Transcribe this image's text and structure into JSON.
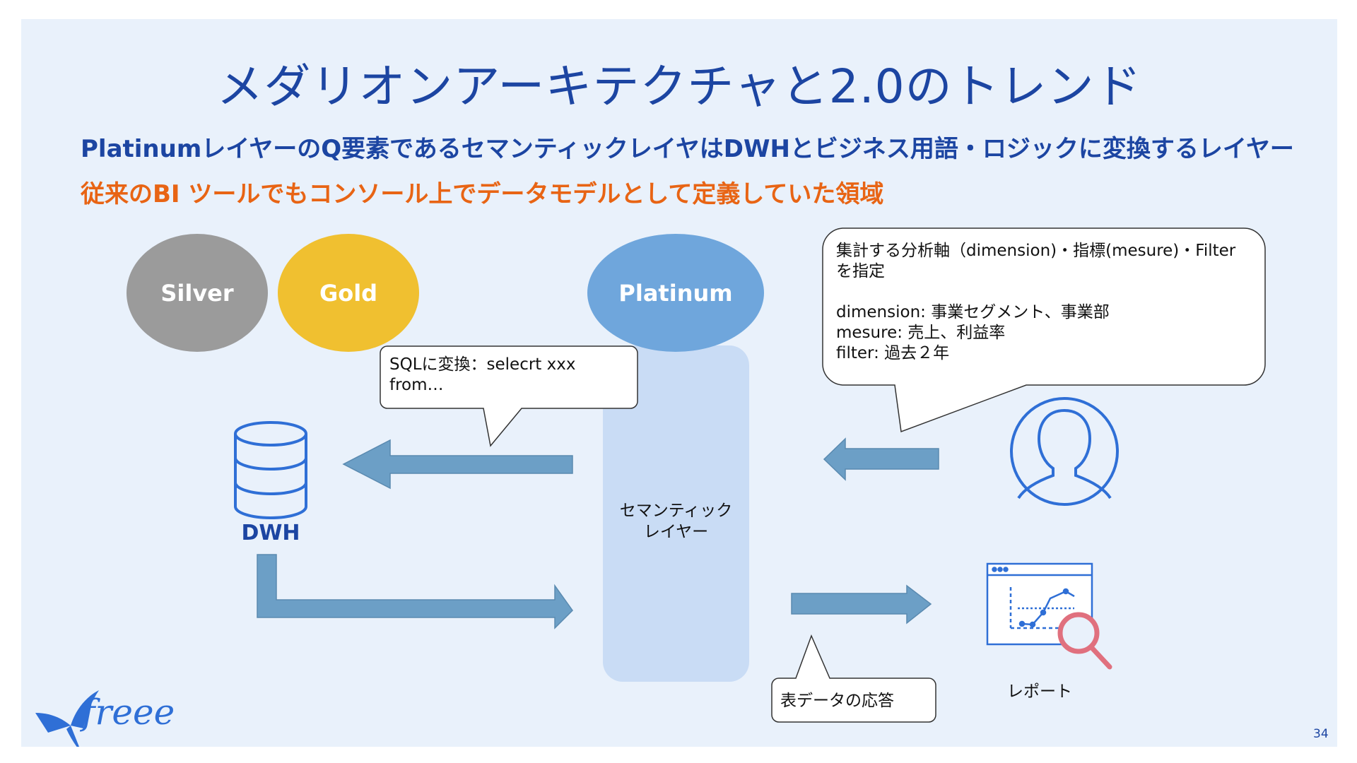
{
  "slide": {
    "title": "メダリオンアーキテクチャと2.0のトレンド",
    "subtitle_1": "PlatinumレイヤーのQ要素であるセマンティックレイヤはDWHとビジネス用語・ロジックに変換するレイヤー",
    "subtitle_2": "従来のBI ツールでもコンソール上でデータモデルとして定義していた領域",
    "page_number": "34"
  },
  "layers": {
    "silver": "Silver",
    "gold": "Gold",
    "platinum": "Platinum"
  },
  "semantic_layer": {
    "label_line1": "セマンティック",
    "label_line2": "レイヤー"
  },
  "dwh": {
    "label": "DWH"
  },
  "callouts": {
    "sql": "SQLに変換：selecrt xxx\nfrom…",
    "user_spec": "集計する分析軸（dimension)・指標(mesure)・Filter\nを指定\n\ndimension: 事業セグメント、事業部\nmesure: 売上、利益率\nfilter: 過去２年",
    "table_response": "表データの応答"
  },
  "report": {
    "label": "レポート"
  },
  "logo": {
    "text": "freee"
  },
  "colors": {
    "title_blue": "#1c45a2",
    "accent_orange": "#e86414",
    "silver": "#9b9b9b",
    "gold": "#f0c030",
    "platinum": "#6fa6dc",
    "arrow": "#6c9fc6",
    "semantic_bg": "#c9dcf5",
    "icon_blue": "#2f6fd6",
    "magnifier": "#e0707e"
  }
}
